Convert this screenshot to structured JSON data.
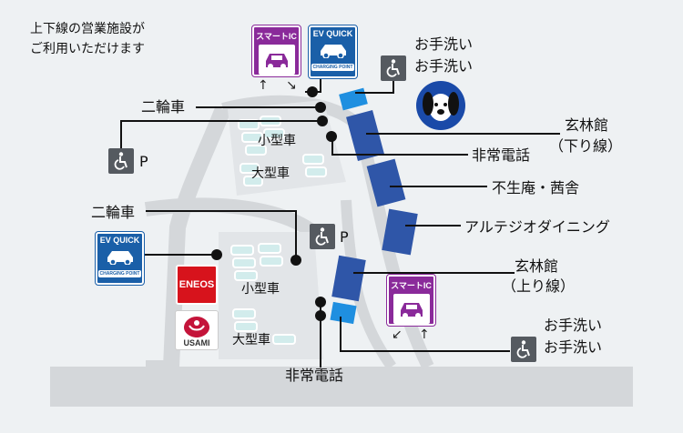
{
  "title": "上下線の営業施設が\nご利用いただけます",
  "title_lines": [
    "上下線の営業施設が",
    "ご利用いただけます"
  ],
  "labels": {
    "toilet_top_1": "お手洗い",
    "toilet_top_2": "お手洗い",
    "motorcycle_top": "二輪車",
    "small_car_top": "小型車",
    "large_car_top": "大型車",
    "genrinkan_down_1": "玄林館",
    "genrinkan_down_2": "（下り線）",
    "emergency_phone_top": "非常電話",
    "fuseian": "不生庵・茜舎",
    "altejio": "アルテジオダイニング",
    "motorcycle_bottom": "二輪車",
    "genrinkan_up_1": "玄林館",
    "genrinkan_up_2": "（上り線）",
    "small_car_bottom": "小型車",
    "large_car_bottom": "大型車",
    "toilet_bottom_1": "お手洗い",
    "toilet_bottom_2": "お手洗い",
    "emergency_phone_bottom": "非常電話",
    "parking_left": "P",
    "parking_mid": "P"
  },
  "badges": {
    "smart_ic": "スマートIC",
    "ev_quick": "EV QUICK",
    "charging_point": "CHARGING POINT",
    "eneos": "ENEOS",
    "usami": "USAMI"
  },
  "icons": [
    "wheelchair-icon",
    "smart-ic-icon",
    "ev-quick-icon",
    "dog-mascot-icon",
    "eneos-logo",
    "usami-logo"
  ],
  "colors": {
    "background": "#eef1f3",
    "road": "#d4d7da",
    "building": "#2f56a8",
    "toilet_block": "#1f8fe0",
    "smart_ic": "#8a2a9a",
    "ev_quick": "#1a5fa8",
    "eneos": "#d7131c",
    "wheelchair": "#555a60"
  }
}
